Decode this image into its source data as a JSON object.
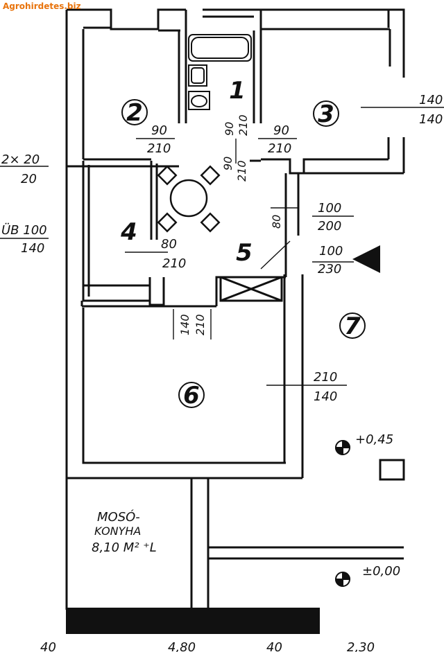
{
  "watermark": "Agrohirdetes.biz",
  "rooms": [
    "1",
    "2",
    "3",
    "4",
    "5",
    "6",
    "7"
  ],
  "door_dims": {
    "room2": [
      "90",
      "210"
    ],
    "room1": [
      "90",
      "210"
    ],
    "room3": [
      "90",
      "210"
    ],
    "hall_top": [
      "90",
      "210"
    ],
    "room3_window": [
      "140",
      "140"
    ],
    "room4_left_a": [
      "2× 20",
      "20"
    ],
    "room4_left_b": [
      "ÜB 100",
      "140"
    ],
    "room4_door": [
      "80",
      "210"
    ],
    "hall_right": [
      "100",
      "200"
    ],
    "entrance": [
      "100",
      "230"
    ],
    "hall_vertical": "80",
    "room6_door": [
      "140",
      "210"
    ],
    "room6_window": [
      "210",
      "140"
    ]
  },
  "laundry": {
    "line1": "MOSÓ-",
    "line2": "KONYHA",
    "line3": "8,10 M² ⁺L"
  },
  "levels": [
    "+0,45",
    "±0,00"
  ],
  "bottom_dims": [
    "40",
    "4,80",
    "40",
    "2,30"
  ]
}
